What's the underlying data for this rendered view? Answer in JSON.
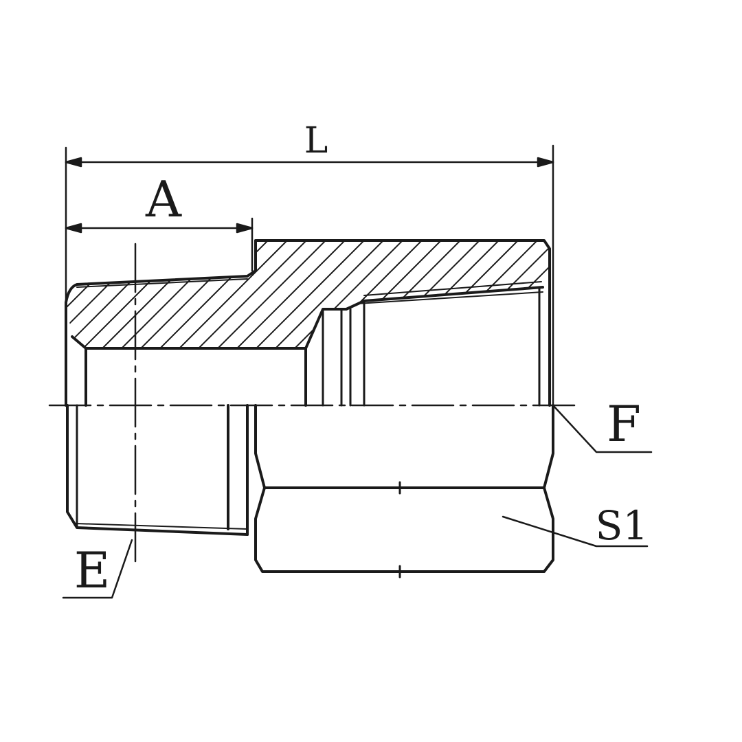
{
  "labels": {
    "overall_length": "L",
    "thread_length": "A",
    "male_thread": "E",
    "female_thread": "F",
    "hex_size": "S1"
  },
  "colors": {
    "line": "#1a1a1a",
    "background": "#ffffff"
  }
}
